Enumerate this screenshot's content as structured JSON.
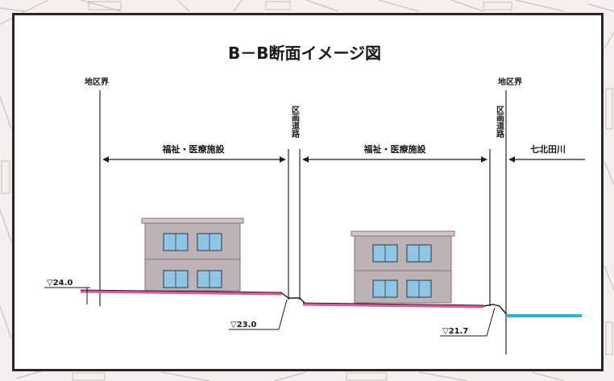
{
  "diagram": {
    "title": "B－B断面イメージ図",
    "left_boundary_label": "地区界",
    "right_boundary_label": "地区界",
    "left_zone_label": "福祉・医療施設",
    "mid_zone_label": "福祉・医療施設",
    "right_zone_label": "七北田川",
    "road_label_1": "区画道路",
    "road_label_2": "区画道路",
    "level_1": "▽24.0",
    "level_2": "▽23.0",
    "level_3": "▽21.7"
  },
  "colors": {
    "frame": "#2f2423",
    "building_wall": "#bdb3b6",
    "window": "#8fc6e6",
    "ground_pink": "#e0559b",
    "river": "#2ab3d6",
    "ink": "#1a1a1a"
  }
}
